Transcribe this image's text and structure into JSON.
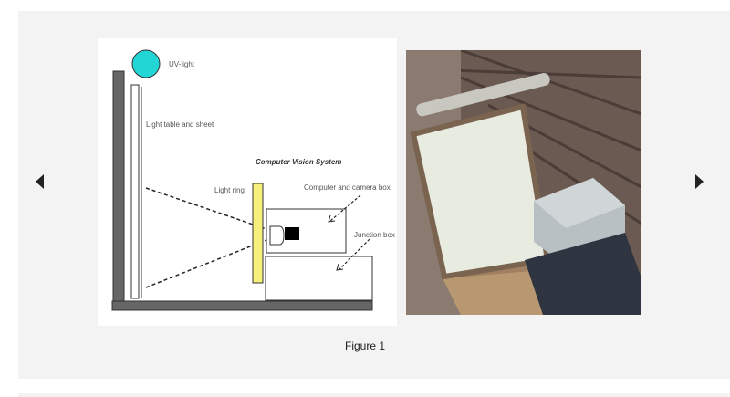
{
  "carousel": {
    "prev_icon": "caret-left-icon",
    "next_icon": "caret-right-icon",
    "caption": "Figure 1"
  },
  "diagram": {
    "uv_light": "UV-light",
    "light_table": "Light table and sheet",
    "system_title": "Computer Vision System",
    "light_ring": "Light ring",
    "camera_box": "Computer and camera box",
    "junction_box": "Junction box"
  },
  "colors": {
    "uv": "#22d6d6",
    "ring": "#f4f07a",
    "structure": "#666666"
  }
}
